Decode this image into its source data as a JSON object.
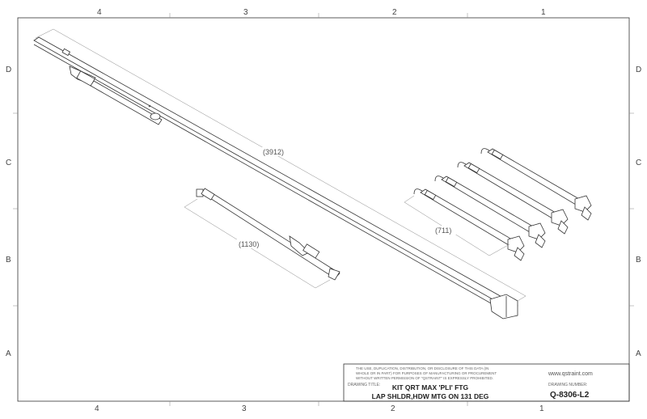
{
  "zones": {
    "columns": [
      "4",
      "3",
      "2",
      "1"
    ],
    "rows": [
      "D",
      "C",
      "B",
      "A"
    ]
  },
  "dimensions": {
    "long_strap": "(3912)",
    "short_strap": "(1130)",
    "tie_down": "(711)"
  },
  "title_block": {
    "notice_lines": [
      "THE USE, DUPLICATION, DISTRIBUTION, OR DISCLOSURE OF THIS DATA (IN",
      "WHOLE OR IN PART) FOR PURPOSES OF MANUFACTURING OR PROCUREMENT",
      "WITHOUT WRITTEN PERMISSION OF \"QSTRAINT\" IS EXPRESSLY PROHIBITED."
    ],
    "drawing_title_label": "DRAWING TITLE:",
    "title_line1": "KIT QRT MAX 'PLI' FTG",
    "title_line2": "LAP SHLDR,HDW MTG ON 131 DEG",
    "website": "www.qstraint.com",
    "drawing_number_label": "DRAWING NUMBER:",
    "drawing_number": "Q-8306-L2"
  }
}
